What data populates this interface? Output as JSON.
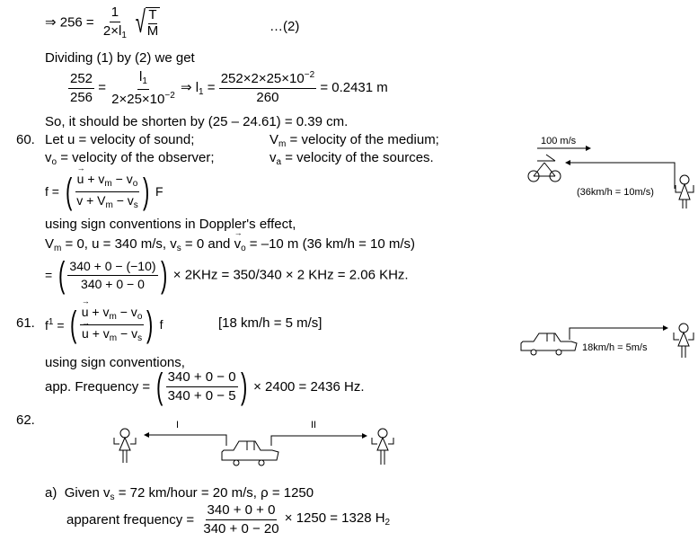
{
  "prev": {
    "eq2_prefix": "⇒ 256 =",
    "eq2_num": "1",
    "eq2_den_a": "2×l",
    "eq2_den_sub": "1",
    "eq2_sqrt_num": "T",
    "eq2_sqrt_den": "M",
    "eq2_tag": "…(2)",
    "dividing": "Dividing (1) by (2) we get",
    "ratio_num": "252",
    "ratio_den": "256",
    "ratio2_num": "l",
    "ratio2_num_sub": "1",
    "ratio2_den": "2×25×10",
    "ratio2_den_sup": "−2",
    "implies_l1": "⇒ l",
    "implies_l1_sub": "1",
    "eq_sign": "=",
    "calc_num": "252×2×25×10",
    "calc_num_sup": "−2",
    "calc_den": "260",
    "result": "= 0.2431 m",
    "shorten": "So, it should be shorten by (25 – 24.61) = 0.39 cm."
  },
  "q60": {
    "number": "60.",
    "line1_left": "Let u = velocity of sound;",
    "line1_right_v": "V",
    "line1_right_sub": "m",
    "line1_right_rest": " = velocity of the medium;",
    "line2_left_v": "v",
    "line2_left_sub": "o",
    "line2_left_rest": " = velocity of the observer;",
    "line2_right_v": "v",
    "line2_right_sub": "a",
    "line2_right_rest": " = velocity of the sources.",
    "formula_lhs": "f =",
    "formula_num": "u + v",
    "formula_num_sub": "m",
    "formula_num_tail": " − v",
    "formula_num_tail_sub": "o",
    "formula_den": "v + V",
    "formula_den_sub": "m",
    "formula_den_tail": " − v",
    "formula_den_tail_sub": "s",
    "formula_rhs": "F",
    "sign_conv": "using sign conventions in Doppler's effect,",
    "values_line": "= 0, u = 340 m/s, v",
    "values_vm": "V",
    "values_vm_sub": "m",
    "values_vs_sub": "s",
    "values_mid": " = 0 and ",
    "values_vo": "v",
    "values_vo_sub": "o",
    "values_tail": " = –10 m (36 km/h = 10 m/s)",
    "calc_eq": "=",
    "calc_num": "340 + 0 − (−10)",
    "calc_den": "340 + 0 − 0",
    "calc_tail": "× 2KHz = 350/340 × 2 KHz = 2.06 KHz.",
    "diagram": {
      "speed_label": "100 m/s",
      "observer_label": "(36km/h = 10m/s)"
    }
  },
  "q61": {
    "number": "61.",
    "lhs": "f",
    "lhs_sup": "1",
    "lhs_eq": " =",
    "num": "u + v",
    "num_sub": "m",
    "num_tail": " − v",
    "num_tail_sub": "o",
    "den": "u + v",
    "den_sub": "m",
    "den_tail": " − v",
    "den_tail_sub": "s",
    "rhs": "f",
    "note": "[18 km/h = 5 m/s]",
    "sign_conv": "using sign conventions,",
    "app_label": "app. Frequency =",
    "app_num": "340 + 0 − 0",
    "app_den": "340 + 0 − 5",
    "app_tail": "× 2400 = 2436 Hz.",
    "diagram": {
      "speed_label": "18km/h = 5m/s"
    }
  },
  "q62": {
    "number": "62.",
    "diagram": {
      "label_left": "I",
      "label_right": "II"
    },
    "part_a": "a)",
    "given": "Given v",
    "given_sub": "s",
    "given_rest": " = 72 km/hour = 20 m/s, ρ = 1250",
    "apparent_label": "apparent frequency =",
    "apparent_num": "340 + 0 + 0",
    "apparent_den": "340 + 0 − 20",
    "apparent_tail": "× 1250 = 1328 H",
    "apparent_tail_sub": "2"
  }
}
